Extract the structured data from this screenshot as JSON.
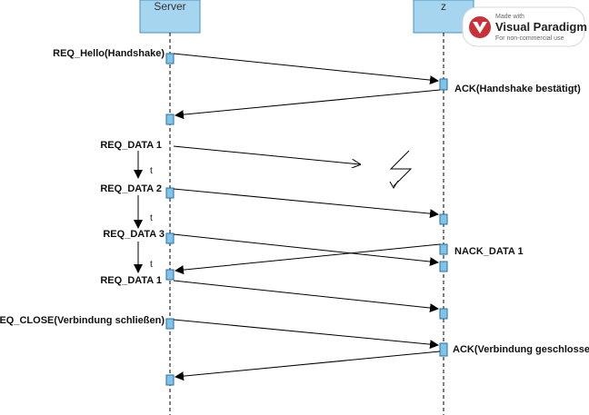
{
  "lifelines": {
    "server": "Server",
    "z": "z"
  },
  "messages": {
    "req_hello": "REQ_Hello(Handshake)",
    "ack_handshake": "ACK(Handshake bestätigt)",
    "req_data_1": "REQ_DATA 1",
    "req_data_2": "REQ_DATA 2",
    "req_data_3": "REQ_DATA 3",
    "nack_data_1": "NACK_DATA 1",
    "req_data_1_retry": "REQ_DATA 1",
    "req_close": "REQ_CLOSE(Verbindung schließen)",
    "ack_close": "ACK(Verbindung geschlossen)"
  },
  "time_labels": [
    "t",
    "t",
    "t"
  ],
  "watermark": {
    "line1": "Made with",
    "line2": "Visual Paradigm",
    "line3": "For non-commercial use"
  },
  "colors": {
    "lifeline_fill": "#a6d5ef",
    "lifeline_stroke": "#4a90c2",
    "activation_fill": "#7fc3ea",
    "line": "#000000"
  }
}
